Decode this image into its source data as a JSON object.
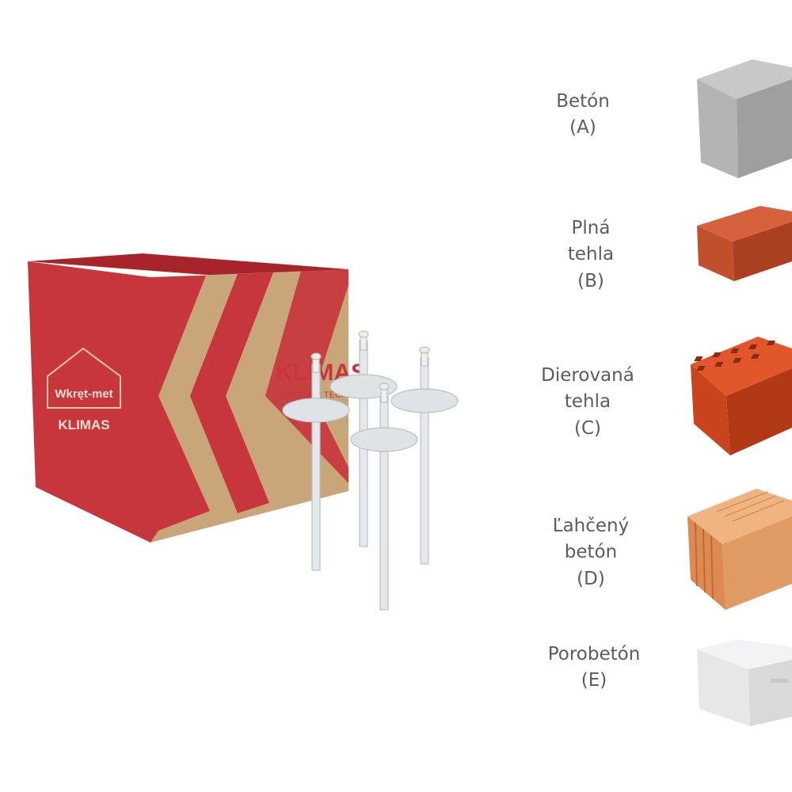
{
  "product": {
    "box_logo_brand": "Wkręt-met",
    "box_logo_sub": "KLIMAS",
    "box_side_brand": "KLIMAS",
    "box_side_tag": "FASTENER TECHNOLOGY"
  },
  "materials": [
    {
      "line1": "Betón",
      "line2": "",
      "code": "(A)",
      "image": "concrete-block"
    },
    {
      "line1": "Plná",
      "line2": "tehla",
      "code": "(B)",
      "image": "solid-brick"
    },
    {
      "line1": "Dierovaná",
      "line2": "tehla",
      "code": "(C)",
      "image": "hollow-brick"
    },
    {
      "line1": "Ľahčený",
      "line2": "betón",
      "code": "(D)",
      "image": "lightweight-concrete-block"
    },
    {
      "line1": "Porobetón",
      "line2": "",
      "code": "(E)",
      "image": "aerated-concrete-block"
    }
  ],
  "colors": {
    "box_red": "#c8363d",
    "box_kraft": "#c9a57a",
    "label_text": "#5c5c5c"
  }
}
